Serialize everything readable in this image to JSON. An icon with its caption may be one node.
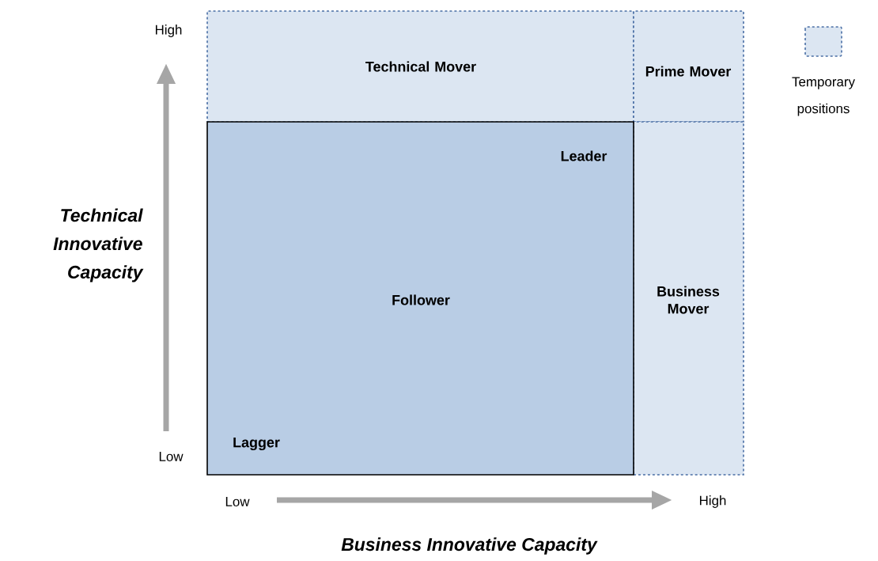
{
  "diagram": {
    "nodes": [
      {
        "text": [
          "Technical Mover"
        ]
      },
      {
        "text": [
          "Prime Mover"
        ]
      },
      {
        "text": [
          "Leader",
          "Follower",
          "Lagger"
        ]
      },
      {
        "text": [
          "Business Mover"
        ]
      }
    ],
    "labels": [
      "High",
      "Technical Innovative Capacity",
      "Low",
      "Low",
      "High",
      "Business Innovative Capacity"
    ],
    "legend": [
      {
        "text": "Temporary positions"
      }
    ]
  }
}
